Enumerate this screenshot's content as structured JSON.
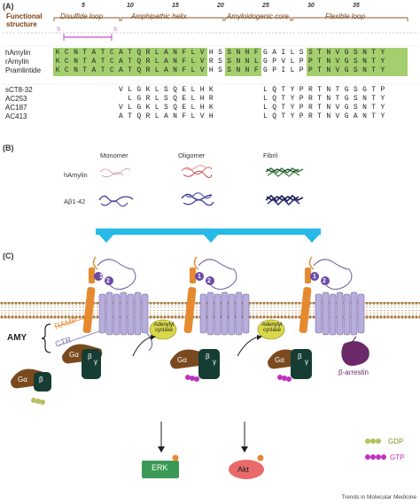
{
  "panel_a": {
    "label": "(A)",
    "functional_structure": [
      "Functional",
      "structure"
    ],
    "regions": [
      "Disulfide  loop",
      "Amphipathic helix",
      "Amyloidogenic core",
      "Flexible loop"
    ],
    "residue_numbers": [
      "5",
      "10",
      "15",
      "20",
      "25",
      "30",
      "35"
    ],
    "disulfide_s1": "S",
    "disulfide_s2": "S",
    "peptides": [
      {
        "name": "hAmylin",
        "seq": "KCNTATCATQRLANFLVHSSNNFGAILSSTNVGSNTY"
      },
      {
        "name": "rAmylin",
        "seq": "KCNTATCATQRLANFLVRSSNNLGPVLPPTNVGSNTY"
      },
      {
        "name": "Pramlintide",
        "seq": "KCNTATCATQRLANFLVHSSNNFGPILPPTNVGSNTY"
      },
      {
        "name": "sCT8-32",
        "seq": "       VLGKLSQELHK     LQTYPRTNTGSGTP"
      },
      {
        "name": "AC253",
        "seq": "        LGRLSQELHR     LQTYPRTNTGSNTY"
      },
      {
        "name": "AC187",
        "seq": "       VLGKLSQELHK     LQTYPRTNVGSNTY"
      },
      {
        "name": "AC413",
        "seq": "       ATQRLANFLVH     LQTYPRTNVGANTY"
      }
    ]
  },
  "panel_b": {
    "label": "(B)",
    "columns": [
      "Monomer",
      "Oligomer",
      "Fibril"
    ],
    "rows": [
      "hAmylin",
      "Aβ1-42"
    ]
  },
  "panel_c": {
    "label": "(C)",
    "amy": "AMY",
    "ramp": "RAMP",
    "ctr": "CTR",
    "adenylyl": [
      "Adenylyl",
      "cyclase"
    ],
    "galpha": "Gα",
    "gbeta": "β",
    "ggamma": "γ",
    "arrestin": "β-arrestin",
    "gdp": "GDP",
    "gtp": "GTP",
    "erk": "ERK",
    "akt": "Akt",
    "site1": "1",
    "site2": "2"
  },
  "footer": "Trends in Molecular Medicine",
  "colors": {
    "helix_green": "#a5cf6f",
    "membrane_brown": "#a8783e",
    "receptor_purple": "#b8aedb",
    "ramp_orange": "#e58a2f",
    "galpha_brown": "#7a4a1e",
    "gbeta_green": "#163d33",
    "arrow_blue": "#27b9e8",
    "erk_green": "#3a9a55",
    "akt_pink": "#e86a6a"
  }
}
